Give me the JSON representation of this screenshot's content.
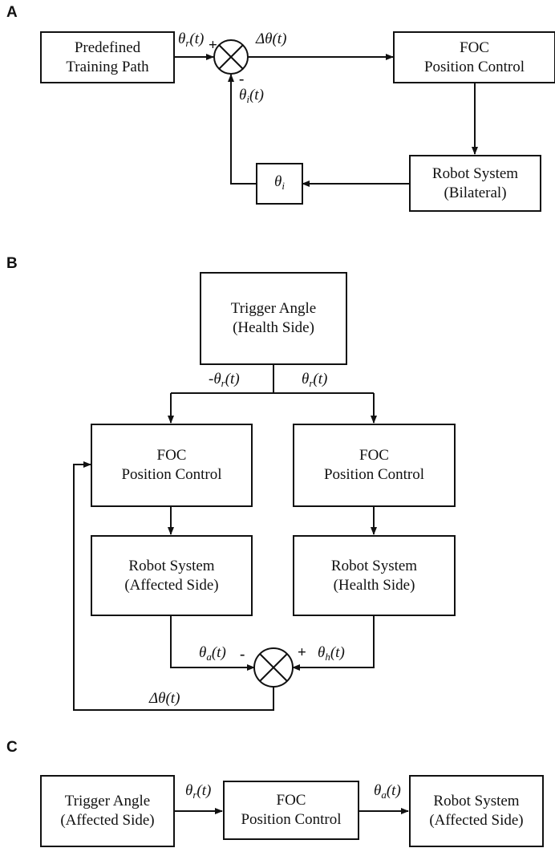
{
  "panels": {
    "a": {
      "letter": "A",
      "boxes": {
        "path": [
          "Predefined",
          "Training Path"
        ],
        "foc": [
          "FOC",
          "Position Control"
        ],
        "robot": [
          "Robot System",
          "(Bilateral)"
        ],
        "sensor": {
          "sym": "θ",
          "sub": "i"
        }
      },
      "labels": {
        "ref": {
          "sym": "θ",
          "sub": "r",
          "arg": "(t)"
        },
        "err": {
          "sym": "Δθ(t)"
        },
        "fb": {
          "sym": "θ",
          "sub": "i",
          "arg": "(t)"
        }
      },
      "signs": {
        "plus": "+",
        "minus": "-"
      }
    },
    "b": {
      "letter": "B",
      "boxes": {
        "trigger": [
          "Trigger Angle",
          "(Health Side)"
        ],
        "foc_left": [
          "FOC",
          "Position Control"
        ],
        "foc_right": [
          "FOC",
          "Position Control"
        ],
        "robot_left": [
          "Robot System",
          "(Affected Side)"
        ],
        "robot_right": [
          "Robot System",
          "(Health Side)"
        ]
      },
      "labels": {
        "neg_ref": {
          "pre": "-",
          "sym": "θ",
          "sub": "r",
          "arg": "(t)"
        },
        "ref": {
          "sym": "θ",
          "sub": "r",
          "arg": "(t)"
        },
        "affected": {
          "sym": "θ",
          "sub": "a",
          "arg": "(t)"
        },
        "health": {
          "sym": "θ",
          "sub": "h",
          "arg": "(t)"
        },
        "err": {
          "sym": "Δθ(t)"
        }
      },
      "signs": {
        "minus": "-",
        "plus": "+"
      }
    },
    "c": {
      "letter": "C",
      "boxes": {
        "trigger": [
          "Trigger Angle",
          "(Affected Side)"
        ],
        "foc": [
          "FOC",
          "Position Control"
        ],
        "robot": [
          "Robot System",
          "(Affected Side)"
        ]
      },
      "labels": {
        "ref": {
          "sym": "θ",
          "sub": "r",
          "arg": "(t)"
        },
        "out": {
          "sym": "θ",
          "sub": "a",
          "arg": "(t)"
        }
      }
    }
  }
}
